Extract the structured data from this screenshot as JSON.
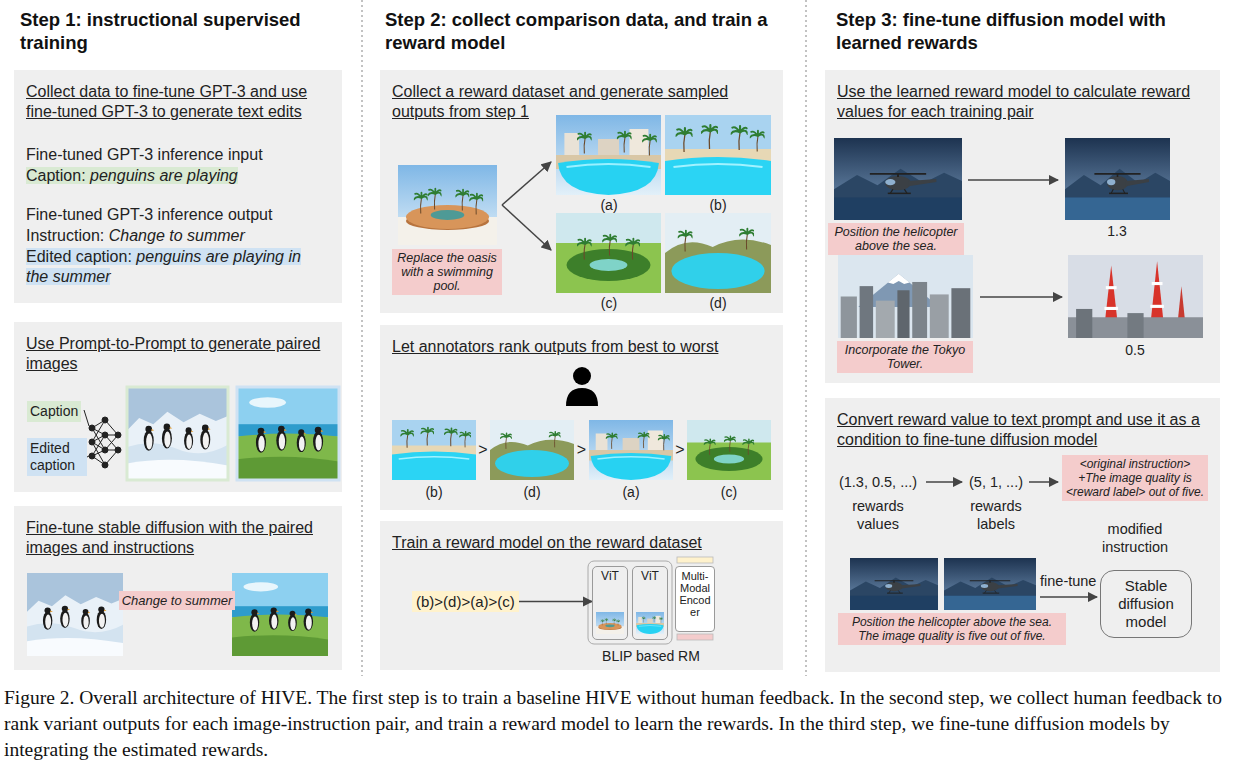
{
  "diagram": {
    "caption": "Figure 2. Overall architecture of HIVE. The first step is to train a baseline HIVE without human feedback. In the second step, we collect human feedback to rank variant outputs for each image-instruction pair, and train a reward model to learn the rewards. In the third step, we fine-tune diffusion models by integrating the estimated rewards.",
    "nodes": [
      {
        "text": [
          "Collect data to fine-tune GPT-3 and use fine-tuned GPT-3 to generate text edits",
          "Fine-tuned GPT-3 inference input",
          "Caption:",
          "penguins are playing",
          "Fine-tuned GPT-3 inference output",
          "Instruction:",
          "Change to summer",
          "Edited caption:",
          "penguins are playing in the summer"
        ]
      },
      {
        "text": [
          "Use Prompt-to-Prompt to generate paired images"
        ]
      },
      {
        "text": [
          "Caption"
        ],
        "in": 1
      },
      {
        "text": [
          "Edited caption"
        ],
        "in": 1
      },
      {
        "text": [
          "Fine-tune stable diffusion with the paired images and instructions"
        ]
      },
      {
        "text": [
          "Change to summer"
        ],
        "in": 4
      },
      {
        "text": [
          "Collect a reward dataset and generate sampled outputs from step 1",
          "(a)",
          "(b)",
          "(c)",
          "(d)"
        ]
      },
      {
        "text": [
          "Replace the oasis with a swimming pool."
        ],
        "in": 6
      },
      {
        "text": [
          "Let annotators rank outputs from best to worst",
          "(b)",
          ">",
          "(d)",
          ">",
          "(a)",
          ">",
          "(c)"
        ]
      },
      {
        "text": [
          "Train a reward model on the reward dataset",
          "BLIP based RM"
        ]
      },
      {
        "text": [
          "(b)>(d)>(a)>(c)"
        ],
        "in": 9
      },
      {
        "text": [
          "ViT"
        ],
        "in": 9
      },
      {
        "text": [
          "ViT"
        ],
        "in": 9
      },
      {
        "text": [
          "Multi-Modal Encoder"
        ],
        "in": 9
      },
      {
        "text": [
          "Use the learned reward model to calculate reward values for each training pair",
          "1.3",
          "0.5"
        ]
      },
      {
        "text": [
          "Position the helicopter above the sea."
        ],
        "in": 14
      },
      {
        "text": [
          "Incorporate the Tokyo Tower."
        ],
        "in": 14
      },
      {
        "text": [
          "Convert reward value to text prompt and use it as a condition to fine-tune diffusion model",
          "(1.3, 0.5, ...)",
          "rewards values",
          "(5, 1, ...)",
          "rewards labels",
          "modified instruction",
          "fine-tune"
        ]
      },
      {
        "text": [
          "<original instruction> +The image quality is <reward label> out of five."
        ],
        "in": 17
      },
      {
        "text": [
          "Position the helicopter above the sea. The image quality is five out of five."
        ],
        "in": 17
      },
      {
        "text": [
          "Stable diffusion model"
        ],
        "in": 17
      }
    ],
    "edges": [
      {
        "from": 10,
        "to": 11,
        "arrow": "to"
      }
    ],
    "labels": [
      "Step 1: instructional supervised training",
      "Step 2: collect comparison data, and train a reward model",
      "Step 3: fine-tune diffusion model with learned rewards"
    ]
  }
}
